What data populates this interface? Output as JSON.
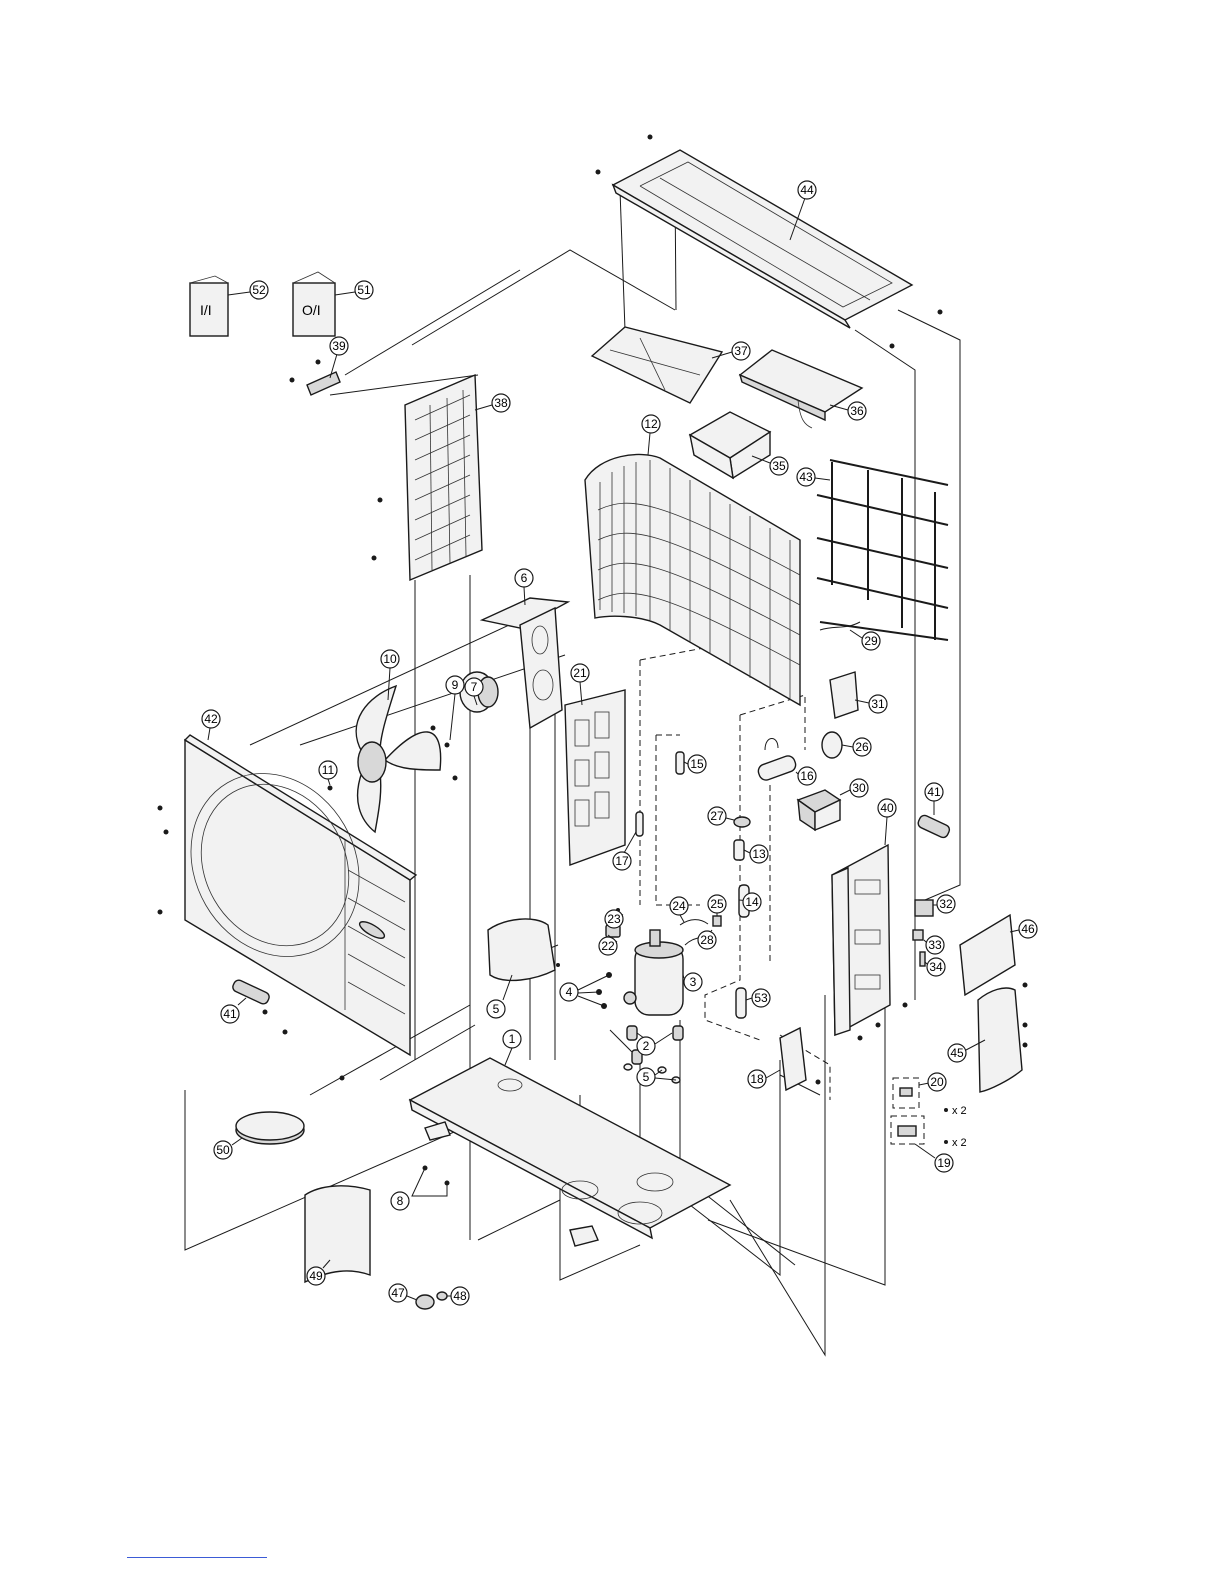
{
  "manual_labels": {
    "indoor_installation_manual": "I/I",
    "outdoor_installation_manual": "O/I"
  },
  "quantity_labels": {
    "part_20": "x 2",
    "part_19": "x 2"
  },
  "callouts": {
    "c1": "1",
    "c2": "2",
    "c3": "3",
    "c4": "4",
    "c5a": "5",
    "c5b": "5",
    "c6": "6",
    "c7": "7",
    "c8": "8",
    "c9": "9",
    "c10": "10",
    "c11": "11",
    "c12": "12",
    "c13": "13",
    "c14": "14",
    "c15": "15",
    "c16": "16",
    "c17": "17",
    "c18": "18",
    "c19": "19",
    "c20": "20",
    "c21": "21",
    "c22": "22",
    "c23": "23",
    "c24": "24",
    "c25": "25",
    "c26": "26",
    "c27": "27",
    "c28": "28",
    "c29": "29",
    "c30": "30",
    "c31": "31",
    "c32": "32",
    "c33": "33",
    "c34": "34",
    "c35": "35",
    "c36": "36",
    "c37": "37",
    "c38": "38",
    "c39": "39",
    "c40": "40",
    "c41a": "41",
    "c41b": "41",
    "c42": "42",
    "c43": "43",
    "c44": "44",
    "c45": "45",
    "c46": "46",
    "c47": "47",
    "c48": "48",
    "c49": "49",
    "c50": "50",
    "c51": "51",
    "c52": "52",
    "c53": "53"
  }
}
